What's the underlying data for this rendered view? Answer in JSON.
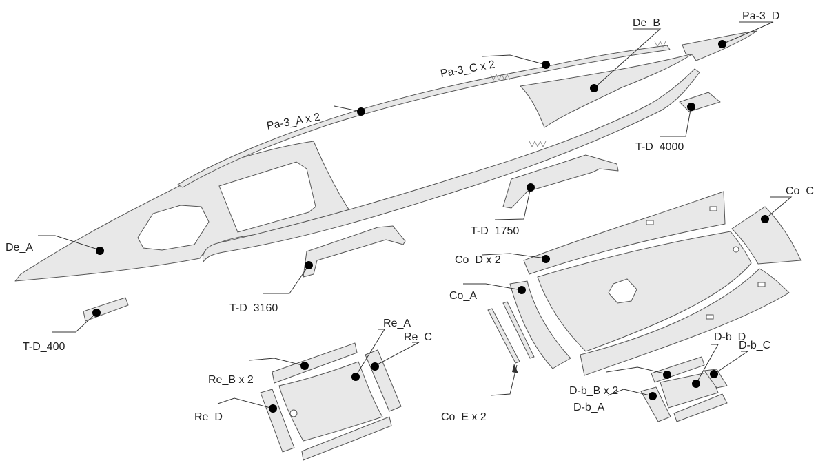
{
  "labels": {
    "de_a": "De_A",
    "de_b": "De_B",
    "pa3_a": "Pa-3_A x 2",
    "pa3_c": "Pa-3_C x 2",
    "pa3_d": "Pa-3_D",
    "td_4000": "T-D_4000",
    "td_1750": "T-D_1750",
    "td_3160": "T-D_3160",
    "td_400": "T-D_400",
    "co_c": "Co_C",
    "co_d": "Co_D x 2",
    "co_a": "Co_A",
    "co_e": "Co_E x 2",
    "re_a": "Re_A",
    "re_b": "Re_B x 2",
    "re_c": "Re_C",
    "re_d": "Re_D",
    "db_d": "D-b_D",
    "db_c": "D-b_C",
    "db_b": "D-b_B x 2",
    "db_a": "D-b_A"
  }
}
